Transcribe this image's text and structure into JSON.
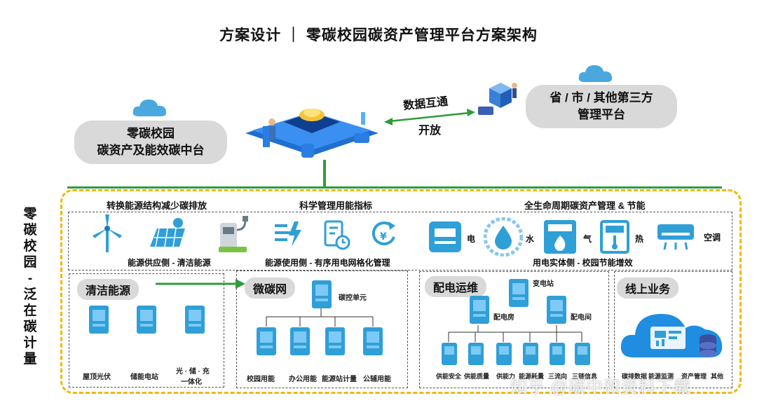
{
  "title": "方案设计 ｜ 零碳校园碳资产管理平台方案架构",
  "platform_left": {
    "line1": "零碳校园",
    "line2": "碳资产及能效碳中台"
  },
  "platform_right": {
    "line1": "省 / 市 / 其他第三方",
    "line2": "管理平台"
  },
  "link": {
    "line1": "数据互通",
    "line2": "开放"
  },
  "side_label": [
    "零",
    "碳",
    "校",
    "园",
    "-",
    "泛",
    "在",
    "碳",
    "计",
    "量"
  ],
  "top_headers": {
    "h1": "转换能源结构减少碳排放",
    "h2": "科学管理用能指标",
    "h3": "全生命周期碳资产管理 & 节能"
  },
  "top_captions": {
    "c1": "能源供应侧 - 清洁能源",
    "c2": "能源使用侧 - 有序用电网格化管理",
    "c3": "用电实体侧 - 校园节能增效"
  },
  "utility_labels": {
    "elec": "电",
    "water": "水",
    "gas": "气",
    "heat": "热",
    "ac": "空调"
  },
  "sections": {
    "clean": {
      "title": "清洁能源",
      "items": [
        "屋顶光伏",
        "储能电站",
        "光 · 储 · 充",
        "一体化"
      ]
    },
    "micro": {
      "title": "微碳网",
      "root": "碳控单元",
      "items": [
        "校园用能",
        "办公用能",
        "能源站计量",
        "公辅用能"
      ]
    },
    "dist": {
      "title": "配电运维",
      "station": "变电站",
      "room": "配电房",
      "room2": "配电间",
      "items": [
        "供能安全",
        "供能质量",
        "供能力",
        "能源耗量",
        "三流向",
        "三链信息"
      ]
    },
    "online": {
      "title": "线上业务",
      "items": [
        "碳排数据",
        "能源监测",
        "资产管理",
        "其他"
      ]
    }
  },
  "watermark": "知乎 @碳中和资料下载",
  "colors": {
    "accent_green": "#2e9c3b",
    "frame_yellow": "#f2b705",
    "icon_blue": "#2f9fd8"
  }
}
